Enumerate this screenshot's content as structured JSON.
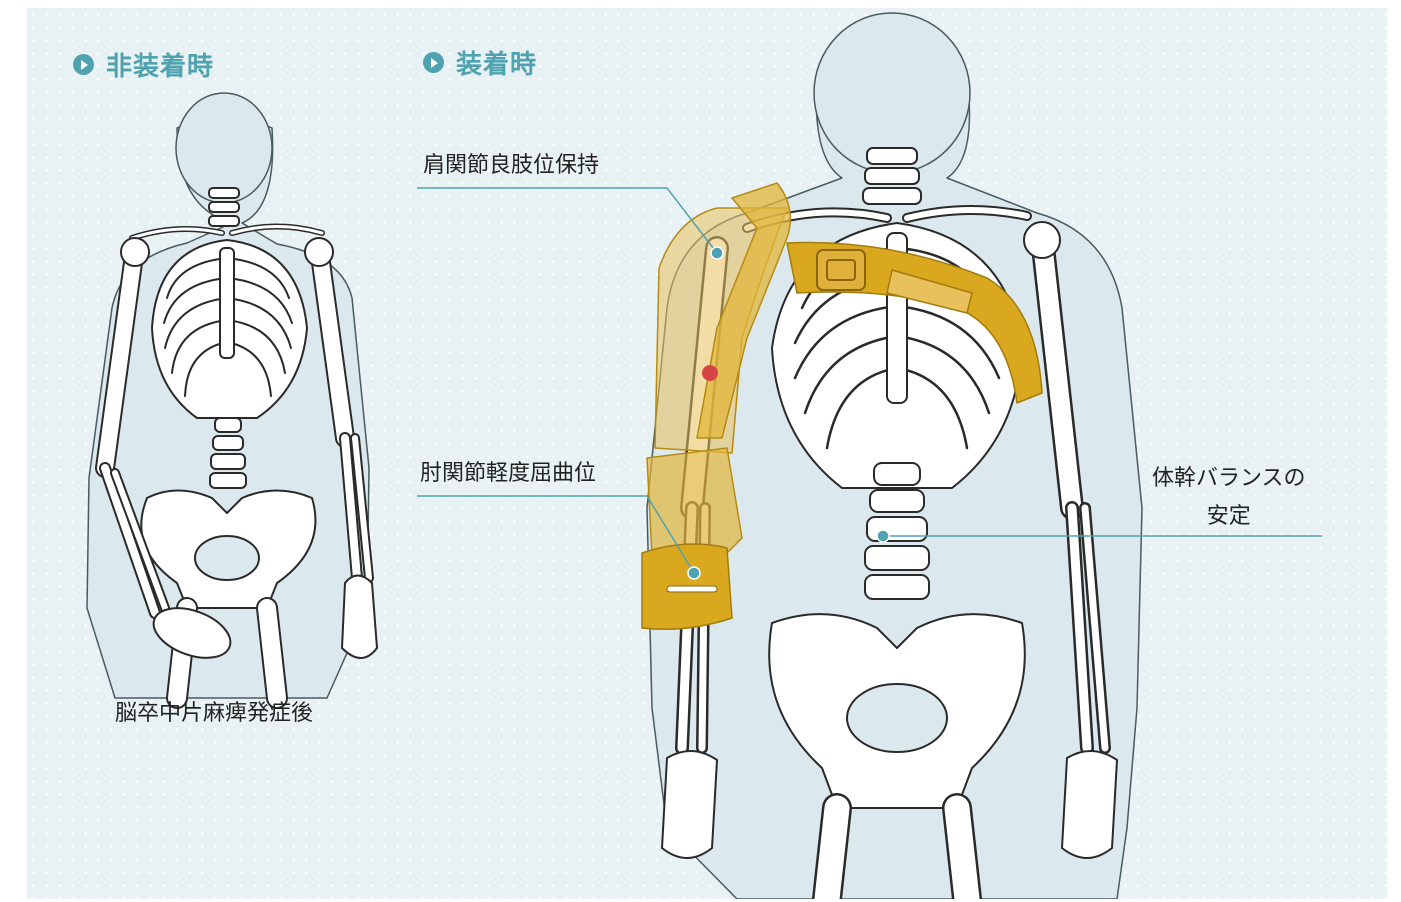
{
  "colors": {
    "accent": "#4fa2b0",
    "background": "#e8f2f4",
    "bone_fill": "#ffffff",
    "bone_stroke": "#2a2a2a",
    "body_fill": "#dbe9ee",
    "brace": "#d9a81e",
    "marker_red": "#d64545"
  },
  "left": {
    "title": "非装着時",
    "caption": "脳卒中片麻痺発症後"
  },
  "right": {
    "title": "装着時",
    "callouts": {
      "shoulder": "肩関節良肢位保持",
      "elbow": "肘関節軽度屈曲位",
      "trunk_line1": "体幹バランスの",
      "trunk_line2": "安定"
    }
  }
}
